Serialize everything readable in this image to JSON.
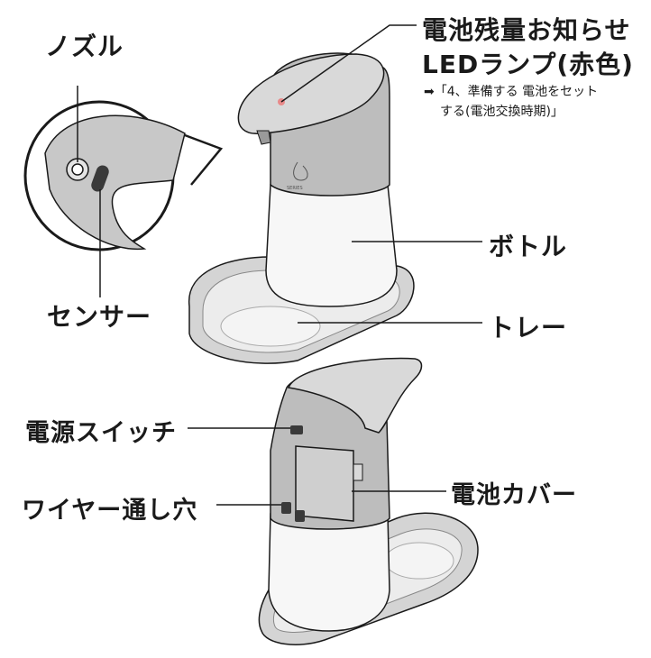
{
  "labels": {
    "nozzle": "ノズル",
    "sensor": "センサー",
    "led_line1": "電池残量お知らせ",
    "led_line2": "LEDランプ(赤色)",
    "note_line1": "➡「4、準備する 電池をセット",
    "note_line2": "する(電池交換時期)」",
    "bottle": "ボトル",
    "tray": "トレー",
    "power_switch": "電源スイッチ",
    "battery_cover": "電池カバー",
    "wire_hole": "ワイヤー通し穴"
  },
  "logo_text": "SERIES"
}
